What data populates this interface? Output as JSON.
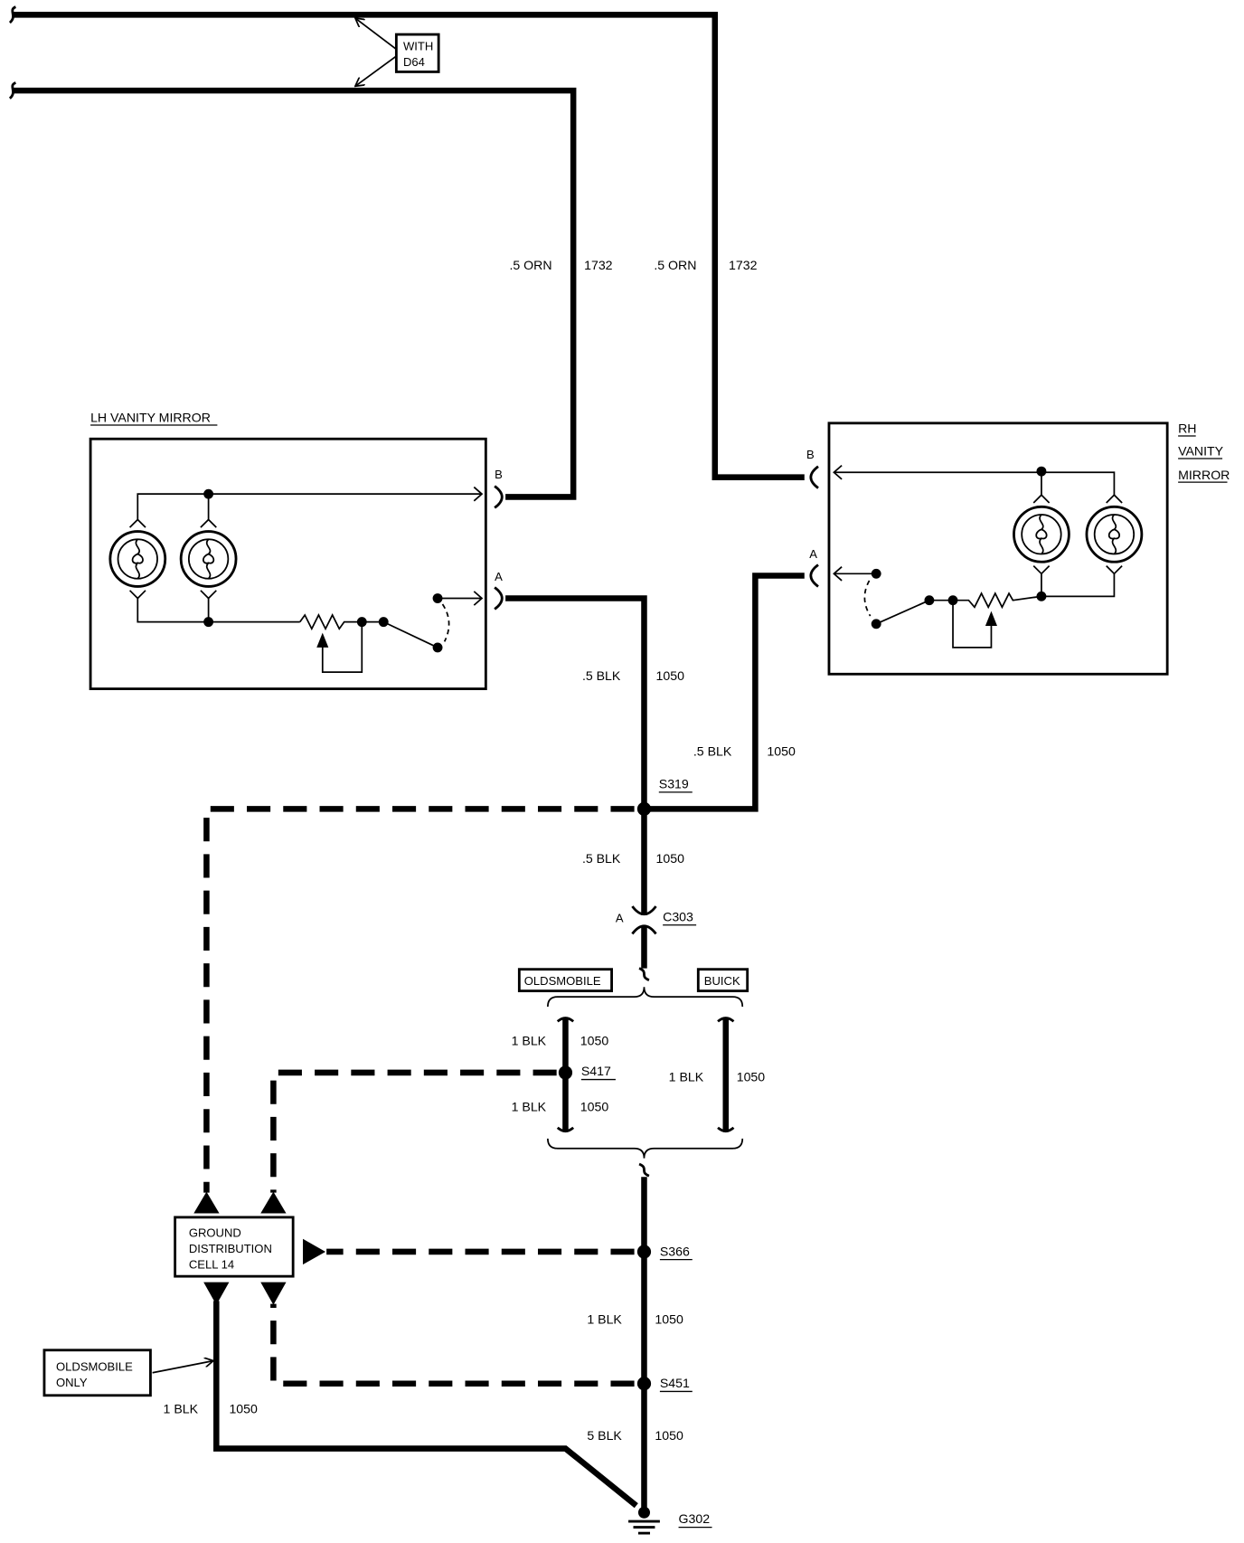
{
  "colors": {
    "ink": "#000000",
    "paper": "#ffffff"
  },
  "option_note": {
    "line1": "WITH",
    "line2": "D64"
  },
  "lh_mirror": {
    "title": "LH VANITY MIRROR",
    "terminal_b": "B",
    "terminal_a": "A"
  },
  "rh_mirror": {
    "title_line1": "RH",
    "title_line2": "VANITY",
    "title_line3": "MIRROR",
    "terminal_b": "B",
    "terminal_a": "A"
  },
  "wires": {
    "lh_feed": {
      "size_color": ".5 ORN",
      "circuit": "1732"
    },
    "rh_feed": {
      "size_color": ".5 ORN",
      "circuit": "1732"
    },
    "lh_ground": {
      "size_color": ".5 BLK",
      "circuit": "1050"
    },
    "rh_ground": {
      "size_color": ".5 BLK",
      "circuit": "1050"
    },
    "s319_to_c303": {
      "size_color": ".5 BLK",
      "circuit": "1050"
    },
    "olds_c303_to_s417": {
      "size_color": "1 BLK",
      "circuit": "1050"
    },
    "olds_s417_down": {
      "size_color": "1 BLK",
      "circuit": "1050"
    },
    "buick_branch": {
      "size_color": "1 BLK",
      "circuit": "1050"
    },
    "s366_to_s451": {
      "size_color": "1 BLK",
      "circuit": "1050"
    },
    "s451_to_g302": {
      "size_color": "5 BLK",
      "circuit": "1050"
    },
    "olds_only_ground": {
      "size_color": "1 BLK",
      "circuit": "1050"
    }
  },
  "splices": {
    "s319": "S319",
    "s417": "S417",
    "s366": "S366",
    "s451": "S451"
  },
  "connector_c303": {
    "cavity": "A",
    "name": "C303"
  },
  "variants": {
    "oldsmobile": "OLDSMOBILE",
    "buick": "BUICK"
  },
  "ground_distribution": {
    "line1": "GROUND",
    "line2": "DISTRIBUTION",
    "line3": "CELL 14"
  },
  "oldsmobile_only_note": {
    "line1": "OLDSMOBILE",
    "line2": "ONLY"
  },
  "ground": {
    "name": "G302"
  }
}
